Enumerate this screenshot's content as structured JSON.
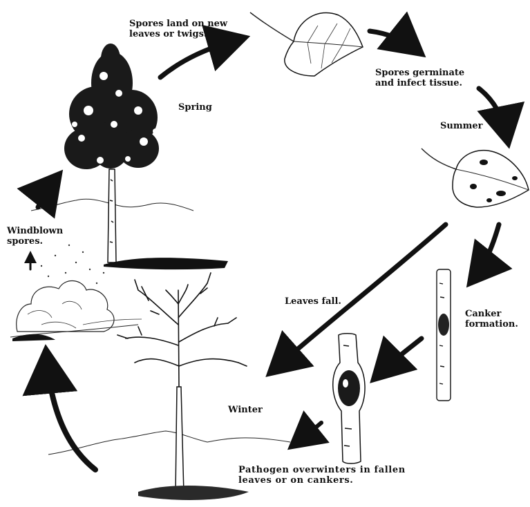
{
  "diagram": {
    "labels": {
      "spores_land": "Spores land on new\nleaves or twigs.",
      "spring": "Spring",
      "spores_germinate": "Spores germinate\nand infect tissue.",
      "summer": "Summer",
      "windblown": "Windblown\nspores.",
      "leaves_fall": "Leaves fall.",
      "canker": "Canker\nformation.",
      "winter": "Winter",
      "pathogen": "Pathogen overwinters in fallen\nleaves or on cankers."
    },
    "illustrations": [
      "spring-tree-illustration",
      "new-leaf-illustration",
      "infected-leaf-illustration",
      "spore-cloud-illustration",
      "winter-tree-illustration",
      "cankered-twig-illustration",
      "cankered-stem-illustration"
    ],
    "colors": {
      "ink": "#111111",
      "background": "#ffffff"
    }
  }
}
